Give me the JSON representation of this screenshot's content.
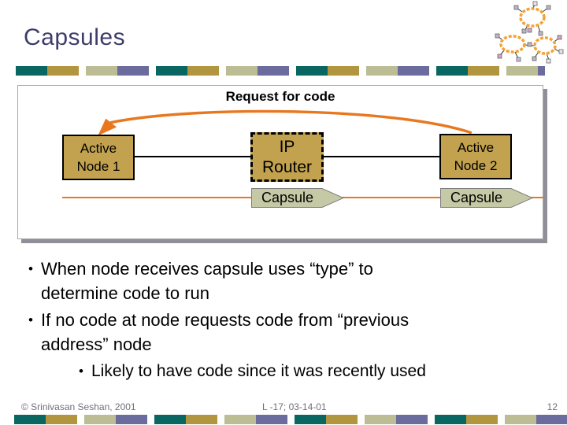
{
  "title": "Capsules",
  "diagram": {
    "request_label": "Request for code",
    "node1_line1": "Active",
    "node1_line2": "Node 1",
    "router_line1": "IP",
    "router_line2": "Router",
    "node2_line1": "Active",
    "node2_line2": "Node 2",
    "capsule_left_label": "Capsule",
    "capsule_right_label": "Capsule"
  },
  "bullets": {
    "bullet_char": "•",
    "b1_line1": "When node receives capsule uses “type” to",
    "b1_line2": "determine code to run",
    "b2_line1": "If no code at node requests code from “previous",
    "b2_line2": "address” node",
    "b3_line1": "Likely to have code since it was recently used"
  },
  "footer": {
    "copyright": "© Srinivasan Seshan, 2001",
    "lecture_id": "L -17; 03-14-01",
    "page_number": "12"
  },
  "colors": {
    "accent_orange": "#e87820",
    "node_fill": "#c2a24e",
    "capsule_fill": "#c6c9a5",
    "bar_teal": "#0a6660",
    "bar_gold": "#b2953f",
    "bar_olive": "#bcbd94",
    "bar_purple": "#6b6b9d",
    "title_color": "#3d3d6b",
    "footer_color": "#6f6f7c",
    "shadow_gray": "#8f8f97",
    "icon_cloud_orange": "#f2a338",
    "icon_sq_gray": "#c0b4c4",
    "icon_sq_pink": "#d9a0c3",
    "icon_sq_lavender": "#c6bce2",
    "icon_sq_light": "#ece4ec"
  },
  "bars": {
    "pattern": [
      "teal",
      "gold",
      "gap",
      "olive",
      "purple",
      "gap"
    ],
    "segment_width": 40,
    "gap_width": 9
  }
}
